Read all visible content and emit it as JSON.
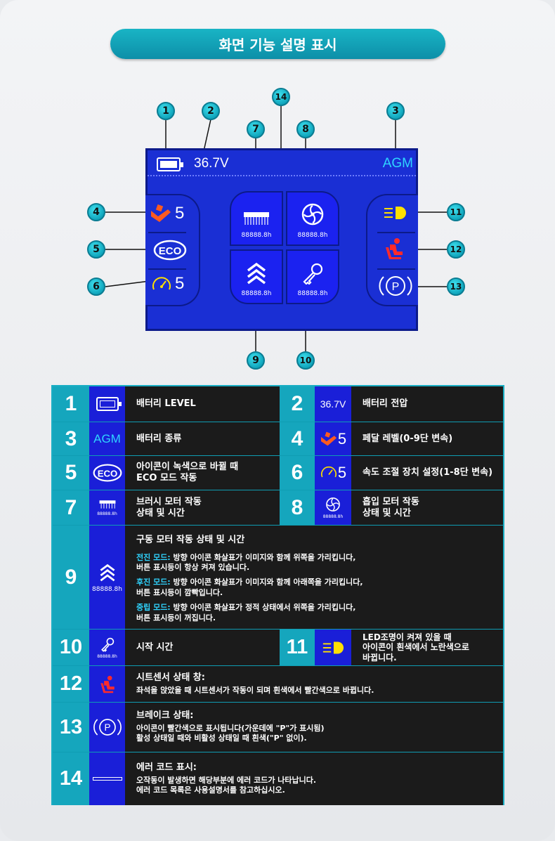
{
  "title": "화면 기능 설명 표시",
  "screen": {
    "voltage": "36.7V",
    "battery_type": "AGM",
    "pedal_level": "5",
    "eco_label": "ECO",
    "speed_level": "5",
    "parking_label": "P",
    "hours": [
      "88888.8h",
      "88888.8h",
      "88888.8h",
      "88888.8h"
    ]
  },
  "callouts": [
    "1",
    "2",
    "3",
    "4",
    "5",
    "6",
    "7",
    "8",
    "9",
    "10",
    "11",
    "12",
    "13",
    "14"
  ],
  "colors": {
    "accent": "#15a6bd",
    "screen_blue": "#1a2fd4",
    "pedal_orange": "#ff5a1f",
    "seat_red": "#ff2a2a",
    "led_yellow": "#ffe000",
    "agm_cyan": "#2fd4ff"
  },
  "table": {
    "r1": {
      "n1": "1",
      "t1": "배터리 LEVEL",
      "n2": "2",
      "v2": "36.7V",
      "t2": "배터리 전압"
    },
    "r2": {
      "n1": "3",
      "v1": "AGM",
      "t1": "배터리 종류",
      "n2": "4",
      "v2": "5",
      "t2": "페달 레벨(0-9단 변속)"
    },
    "r3": {
      "n1": "5",
      "v1": "ECO",
      "t1a": "아이콘이 녹색으로 바뀔 때",
      "t1b": "ECO 모드 작동",
      "n2": "6",
      "v2": "5",
      "t2": "속도 조절 장치 설정(1-8단 변속)"
    },
    "r4": {
      "n1": "7",
      "h1": "88888.8h",
      "t1a": "브러시 모터 작동",
      "t1b": "상태 및 시간",
      "n2": "8",
      "h2": "88888.8h",
      "t2a": "흡입 모터 작동",
      "t2b": "상태 및 시간"
    },
    "r5": {
      "n": "9",
      "h": "88888.8h",
      "title": "구동 모터 작동 상태 및 시간",
      "m1_label": "전진 모드:",
      "m1_a": " 방향 아이콘 화살표가 이미지와 함께 위쪽을 가리킵니다,",
      "m1_b": "버튼 표시등이 항상 켜져 있습니다.",
      "m2_label": "후진 모드:",
      "m2_a": " 방향 아이콘 화살표가 이미지와 함께 아래쪽을 가리킵니다,",
      "m2_b": "버튼 표시등이 깜빡입니다.",
      "m3_label": "중립 모드:",
      "m3_a": " 방향 아이콘 화살표가 정적 상태에서 위쪽을 가리킵니다,",
      "m3_b": "버튼 표시등이 꺼집니다."
    },
    "r6": {
      "n1": "10",
      "h1": "88888.8h",
      "t1": "시작 시간",
      "n2": "11",
      "t2a": "LED조명이 켜져 있을 때",
      "t2b": "아이콘이 흰색에서 노란색으로",
      "t2c": "바뀝니다."
    },
    "r7": {
      "n": "12",
      "title": "시트센서 상태 창:",
      "desc": "좌석을 앉았을 때 시트센서가 작동이 되며 흰색에서 빨간색으로 바뀝니다."
    },
    "r8": {
      "n": "13",
      "p": "P",
      "title": "브레이크 상태:",
      "d1": "아이콘이 빨간색으로 표시됩니다(가운데에 \"P\"가 표시됨)",
      "d2": "활성 상태일 때와 비활성 상태일 때 흰색(\"P\" 없이)."
    },
    "r9": {
      "n": "14",
      "title": "에러 코드 표시:",
      "d1": "오작동이 발생하면 해당부분에 에러 코드가 나타납니다.",
      "d2": "에러 코드 목록은 사용설명서를 참고하십시오."
    }
  }
}
